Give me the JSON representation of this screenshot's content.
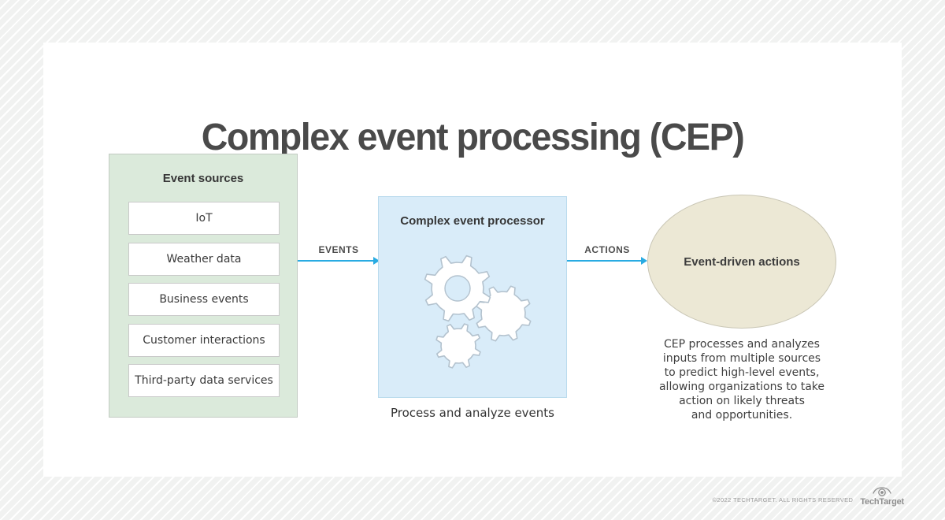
{
  "title": "Complex event processing (CEP)",
  "event_sources": {
    "title": "Event sources",
    "items": [
      "IoT",
      "Weather data",
      "Business events",
      "Customer interactions",
      "Third-party data services"
    ]
  },
  "flow": {
    "events_label": "EVENTS",
    "actions_label": "ACTIONS"
  },
  "processor": {
    "title": "Complex event processor",
    "caption": "Process and analyze events"
  },
  "actions": {
    "title": "Event-driven actions",
    "description": "CEP processes and analyzes\ninputs from multiple sources\nto predict high-level events,\nallowing organizations to take\naction on likely threats\nand opportunities."
  },
  "footer": {
    "copyright": "©2022 TECHTARGET. ALL RIGHTS RESERVED",
    "brand": "TechTarget"
  },
  "colors": {
    "accent_arrow": "#29abe2",
    "sources_fill": "#dbeadb",
    "processor_fill": "#d9ecf9",
    "actions_fill": "#ece8d5",
    "title_text": "#4a4a4a"
  }
}
